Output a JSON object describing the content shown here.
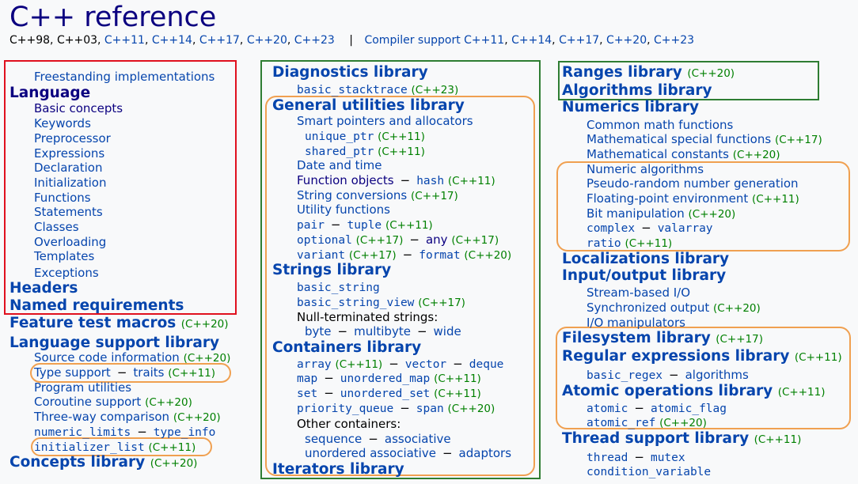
{
  "header": {
    "title": "C++ reference",
    "standards_plain": "C++98, C++03,",
    "standards": [
      "C++11",
      "C++14",
      "C++17",
      "C++20",
      "C++23"
    ],
    "compiler_label": "Compiler support",
    "compiler": [
      "C++11",
      "C++14",
      "C++17",
      "C++20",
      "C++23"
    ]
  },
  "col1": {
    "freestanding": "Freestanding implementations",
    "language": "Language",
    "language_items": [
      "Basic concepts",
      "Keywords",
      "Preprocessor",
      "Expressions",
      "Declaration",
      "Initialization",
      "Functions",
      "Statements",
      "Classes",
      "Overloading",
      "Templates",
      "Exceptions"
    ],
    "headers": "Headers",
    "named_req": "Named requirements",
    "feature_test": "Feature test macros",
    "feature_test_ver": "(C++20)",
    "lang_support": "Language support library",
    "source_code": "Source code information",
    "source_code_ver": "(C++20)",
    "type_support": "Type support",
    "traits": "traits",
    "traits_ver": "(C++11)",
    "program_util": "Program utilities",
    "coroutine": "Coroutine support",
    "coroutine_ver": "(C++20)",
    "three_way": "Three-way comparison",
    "three_way_ver": "(C++20)",
    "numeric_limits": "numeric_limits",
    "type_info": "type_info",
    "init_list": "initializer_list",
    "init_list_ver": "(C++11)",
    "concepts": "Concepts library",
    "concepts_ver": "(C++20)"
  },
  "col2": {
    "diagnostics": "Diagnostics library",
    "stacktrace": "basic_stacktrace",
    "stacktrace_ver": "(C++23)",
    "general": "General utilities library",
    "smart_ptr": "Smart pointers and allocators",
    "unique_ptr": "unique_ptr",
    "unique_ptr_ver": "(C++11)",
    "shared_ptr": "shared_ptr",
    "shared_ptr_ver": "(C++11)",
    "date_time": "Date and time",
    "func_obj": "Function objects",
    "hash": "hash",
    "hash_ver": "(C++11)",
    "string_conv": "String conversions",
    "string_conv_ver": "(C++17)",
    "utility": "Utility functions",
    "pair": "pair",
    "tuple": "tuple",
    "tuple_ver": "(C++11)",
    "optional": "optional",
    "optional_ver": "(C++17)",
    "any": "any",
    "any_ver": "(C++17)",
    "variant": "variant",
    "variant_ver": "(C++17)",
    "format": "format",
    "format_ver": "(C++20)",
    "strings": "Strings library",
    "basic_string": "basic_string",
    "basic_string_view": "basic_string_view",
    "basic_string_view_ver": "(C++17)",
    "null_term": "Null-terminated strings:",
    "byte": "byte",
    "multibyte": "multibyte",
    "wide": "wide",
    "containers": "Containers library",
    "array": "array",
    "array_ver": "(C++11)",
    "vector": "vector",
    "deque": "deque",
    "map": "map",
    "unordered_map": "unordered_map",
    "unordered_map_ver": "(C++11)",
    "set": "set",
    "unordered_set": "unordered_set",
    "unordered_set_ver": "(C++11)",
    "priority_queue": "priority_queue",
    "span": "span",
    "span_ver": "(C++20)",
    "other_containers": "Other containers:",
    "sequence": "sequence",
    "associative": "associative",
    "unordered_assoc": "unordered associative",
    "adaptors": "adaptors",
    "iterators": "Iterators library"
  },
  "col3": {
    "ranges": "Ranges library",
    "ranges_ver": "(C++20)",
    "algorithms": "Algorithms library",
    "numerics": "Numerics library",
    "common_math": "Common math functions",
    "special_math": "Mathematical special functions",
    "special_math_ver": "(C++17)",
    "math_const": "Mathematical constants",
    "math_const_ver": "(C++20)",
    "numeric_alg": "Numeric algorithms",
    "prng": "Pseudo-random number generation",
    "fenv": "Floating-point environment",
    "fenv_ver": "(C++11)",
    "bit": "Bit manipulation",
    "bit_ver": "(C++20)",
    "complex": "complex",
    "valarray": "valarray",
    "ratio": "ratio",
    "ratio_ver": "(C++11)",
    "localizations": "Localizations library",
    "io": "Input/output library",
    "stream_io": "Stream-based I/O",
    "sync_output": "Synchronized output",
    "sync_output_ver": "(C++20)",
    "io_manip": "I/O manipulators",
    "filesystem": "Filesystem library",
    "filesystem_ver": "(C++17)",
    "regex": "Regular expressions library",
    "regex_ver": "(C++11)",
    "basic_regex": "basic_regex",
    "regex_algorithms": "algorithms",
    "atomic_ops": "Atomic operations library",
    "atomic_ops_ver": "(C++11)",
    "atomic": "atomic",
    "atomic_flag": "atomic_flag",
    "atomic_ref": "atomic_ref",
    "atomic_ref_ver": "(C++20)",
    "thread_support": "Thread support library",
    "thread_support_ver": "(C++11)",
    "thread": "thread",
    "mutex": "mutex",
    "cond_var": "condition_variable"
  },
  "annotation_colors": {
    "red": "#e0101e",
    "green": "#2e7d32",
    "orange": "#f0a050"
  },
  "colors": {
    "link": "#0645ad",
    "visited": "#0b0080",
    "version": "#008000"
  }
}
